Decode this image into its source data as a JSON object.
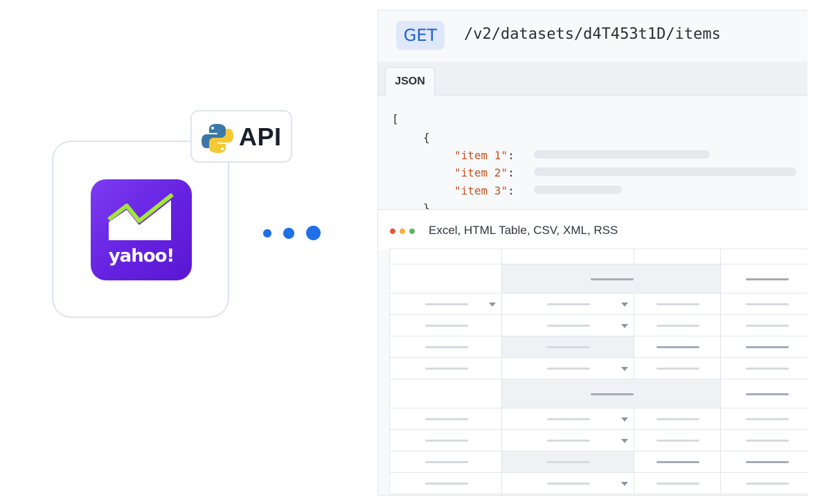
{
  "app": {
    "logo_text": "yahoo!",
    "badge_label": "API",
    "brand_color": "#6521e0"
  },
  "request": {
    "method": "GET",
    "path": "/v2/datasets/d4T453t1D/items"
  },
  "tabs": [
    {
      "label": "JSON"
    }
  ],
  "json_preview": {
    "open_bracket": "[",
    "open_brace": "{",
    "close_brace": "}",
    "items": [
      {
        "key": "\"item 1\"",
        "colon": ":"
      },
      {
        "key": "\"item 2\"",
        "colon": ":"
      },
      {
        "key": "\"item 3\"",
        "colon": ":"
      }
    ]
  },
  "export": {
    "formats_label": "Excel, HTML Table, CSV, XML, RSS",
    "dot_colors": [
      "#e2573c",
      "#f2b233",
      "#5fb85f"
    ]
  },
  "colors": {
    "accent": "#1e6fe8",
    "json_key": "#c7501b",
    "method_bg": "#dfe8fb"
  }
}
